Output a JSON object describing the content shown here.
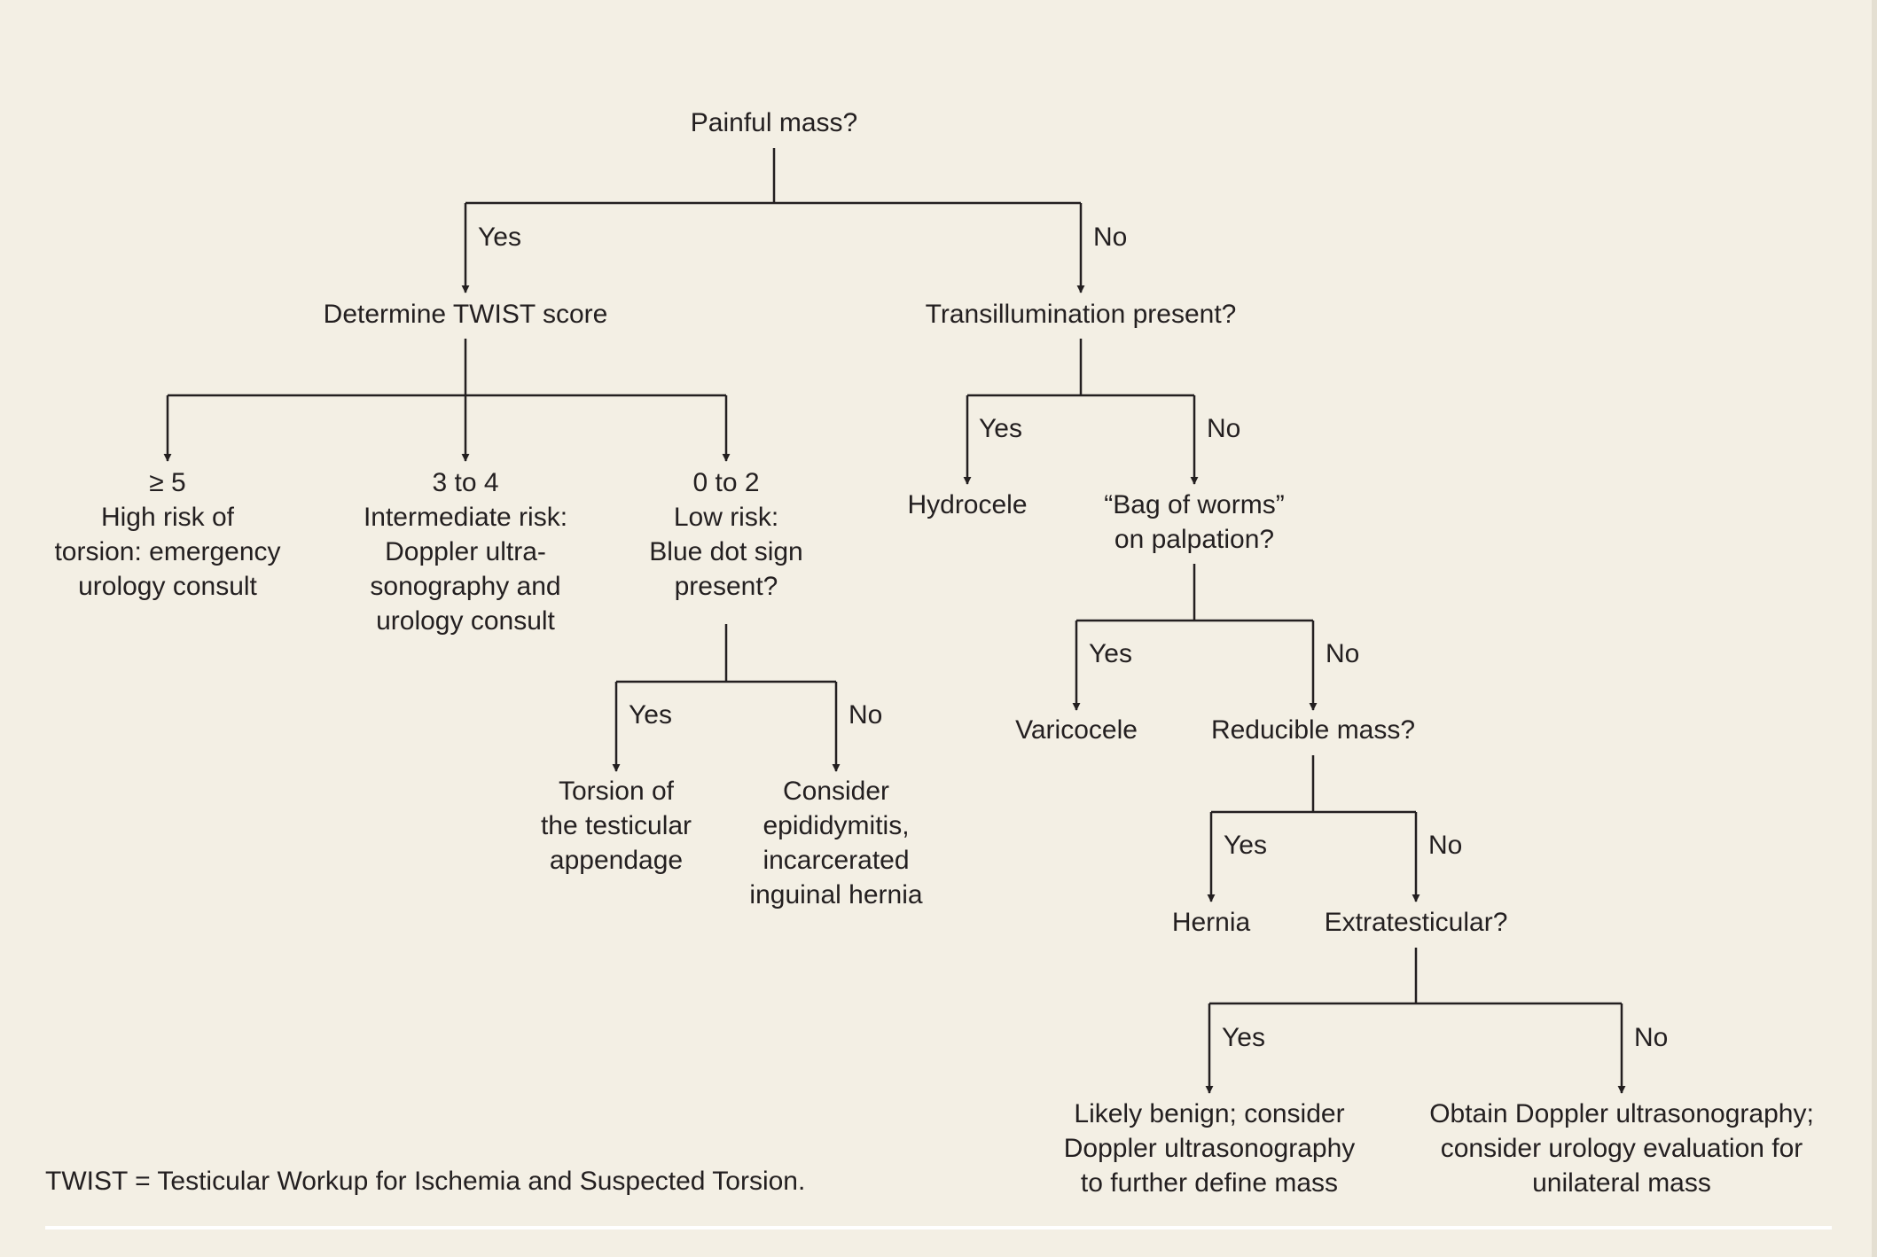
{
  "flowchart": {
    "root": "Painful mass?",
    "yes": "Yes",
    "no": "No",
    "twist_score": "Determine TWIST score",
    "transillumination": "Transillumination present?",
    "score_high": "≥ 5",
    "score_high_text": [
      "High risk of",
      "torsion: emergency",
      "urology consult"
    ],
    "score_mid": "3 to 4",
    "score_mid_text": [
      "Intermediate risk:",
      "Doppler ultra-",
      "sonography and",
      "urology consult"
    ],
    "score_low": "0 to 2",
    "score_low_text": [
      "Low risk:",
      "Blue dot sign",
      "present?"
    ],
    "torsion_appendage": [
      "Torsion of",
      "the testicular",
      "appendage"
    ],
    "consider_epididymitis": [
      "Consider",
      "epididymitis,",
      "incarcerated",
      "inguinal hernia"
    ],
    "hydrocele": "Hydrocele",
    "bag_of_worms": [
      "“Bag of worms”",
      "on palpation?"
    ],
    "varicocele": "Varicocele",
    "reducible_mass": "Reducible mass?",
    "hernia": "Hernia",
    "extratesticular": "Extratesticular?",
    "likely_benign": [
      "Likely benign; consider",
      "Doppler ultrasonography",
      "to further define mass"
    ],
    "obtain_doppler": [
      "Obtain Doppler ultrasonography;",
      "consider urology evaluation for",
      "unilateral mass"
    ]
  },
  "footnote": "TWIST = Testicular Workup for Ischemia and Suspected Torsion.",
  "colors": {
    "background": "#f3efe4",
    "line": "#231f20",
    "text": "#231f20",
    "rule": "#ffffff"
  }
}
